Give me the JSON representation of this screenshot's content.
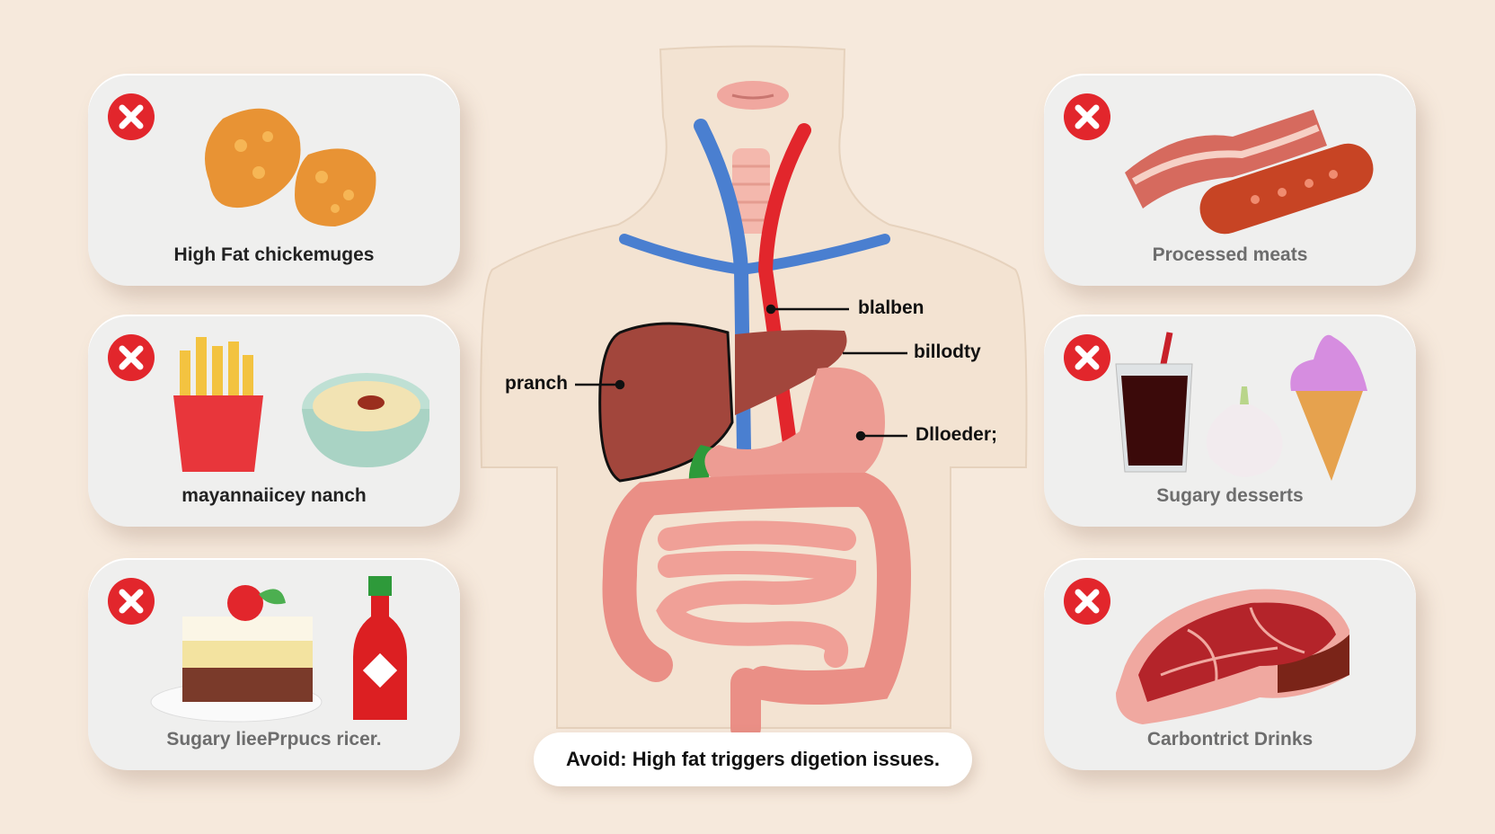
{
  "left_cards": [
    {
      "label": "High Fat chickemuges",
      "icon": "fried-chicken-nuggets"
    },
    {
      "label": "mayannaiicey nanch",
      "icon": "fries-and-mayo-bowl"
    },
    {
      "label": "Sugary lieePrpucs ricer.",
      "icon": "cake-and-hot-sauce"
    }
  ],
  "right_cards": [
    {
      "label": "Processed meats",
      "icon": "bacon-and-sausage"
    },
    {
      "label": "Sugary desserts",
      "icon": "soda-garlic-ice-cream"
    },
    {
      "label": "Carbontrict Drinks",
      "icon": "steak"
    }
  ],
  "organ_labels": {
    "top_right": "blalben",
    "mid_right": "billodty",
    "left": "pranch",
    "lower_right": "Dlloeder;"
  },
  "caption": "Avoid: High fat triggers digetion issues.",
  "colors": {
    "avoid_red": "#e2262c",
    "background": "#f6e9dc",
    "card": "#efefee",
    "body": "#f3e3d2"
  }
}
